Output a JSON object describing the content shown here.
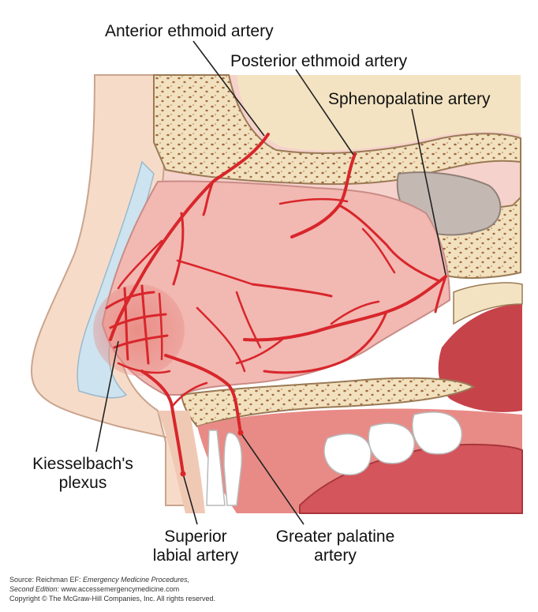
{
  "labels": {
    "anterior_ethmoid": "Anterior ethmoid artery",
    "posterior_ethmoid": "Posterior ethmoid artery",
    "sphenopalatine": "Sphenopalatine artery",
    "kiesselbach_line1": "Kiesselbach's",
    "kiesselbach_line2": "plexus",
    "superior_labial_line1": "Superior",
    "superior_labial_line2": "labial artery",
    "greater_palatine_line1": "Greater palatine",
    "greater_palatine_line2": "artery"
  },
  "source": {
    "prefix": "Source: Reichman EF: ",
    "book_title": "Emergency Medicine Procedures,",
    "edition": "Second Edition:",
    "url": " www.accessemergencymedicine.com",
    "copyright": "Copyright © The McGraw-Hill Companies, Inc. All rights reserved."
  },
  "colors": {
    "mucosa": "#f2b8b2",
    "artery": "#d8262b",
    "bone": "#f3e3c2",
    "skin": "#f6dcc8",
    "cartilage": "#cde3ef"
  }
}
